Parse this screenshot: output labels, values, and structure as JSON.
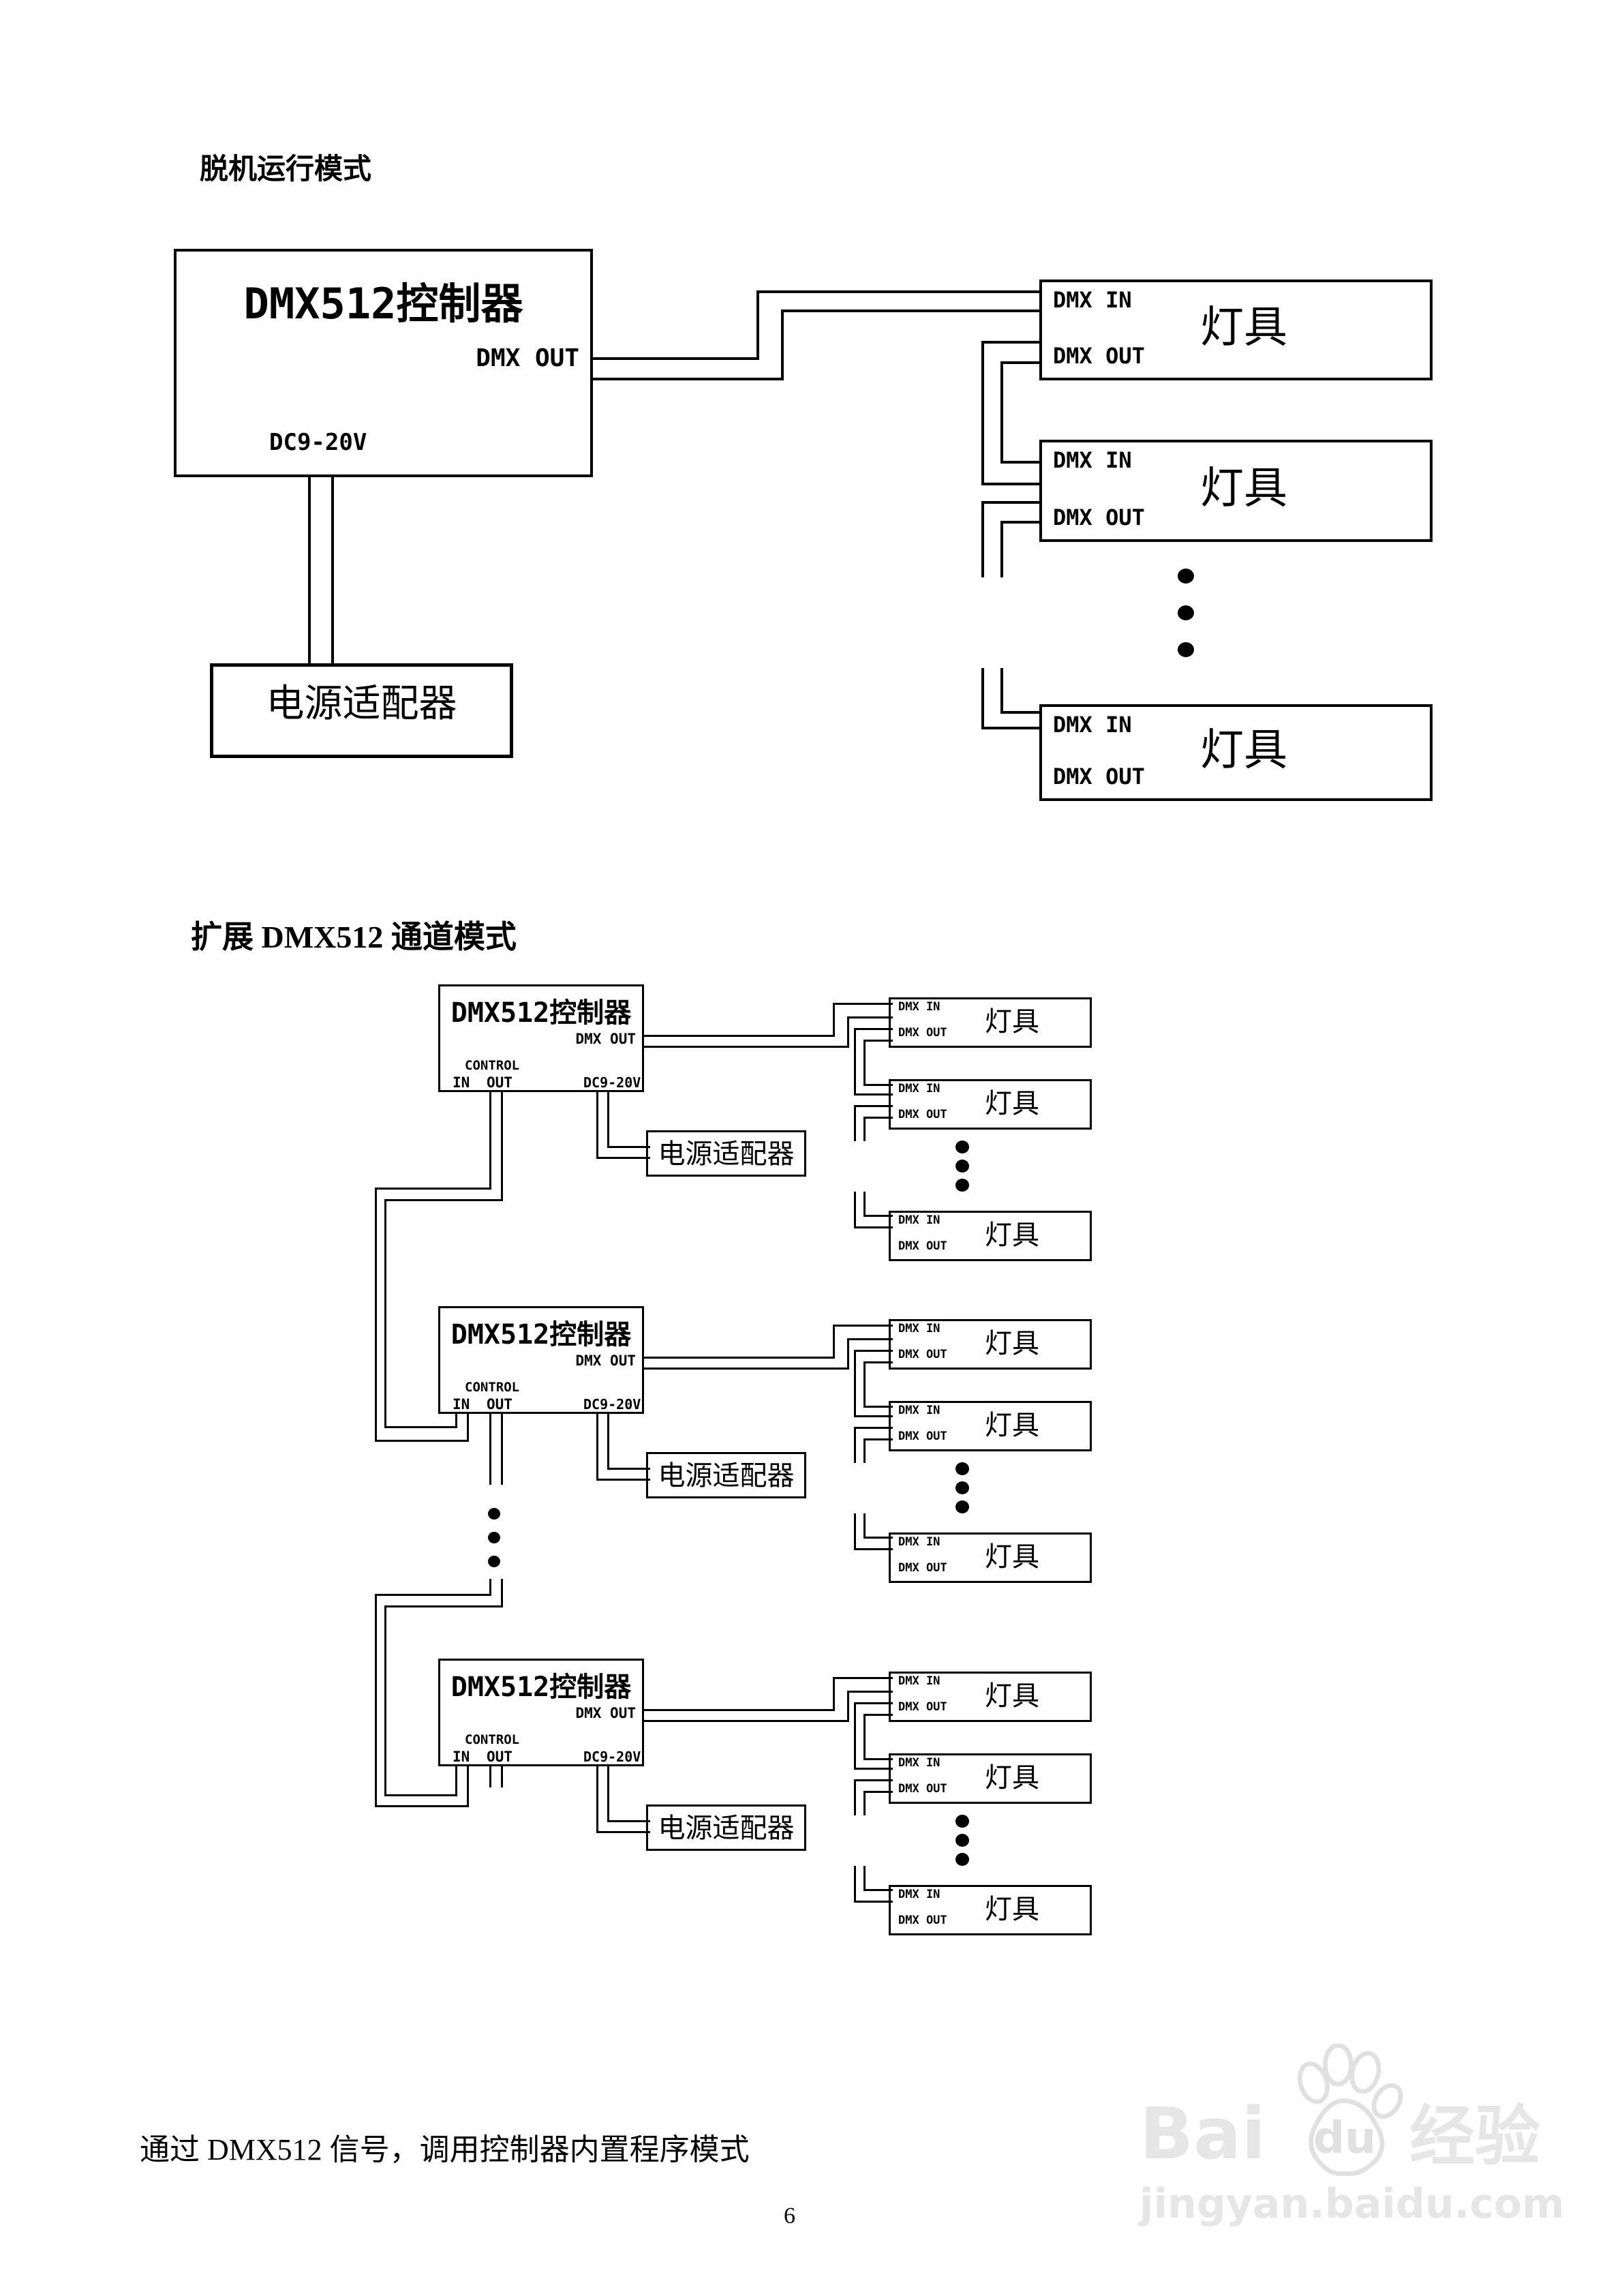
{
  "headings": {
    "offline_mode": "脱机运行模式",
    "extended_mode": "扩展 DMX512 通道模式"
  },
  "labels": {
    "controller": "DMX512控制器",
    "dmx_out": "DMX OUT",
    "dmx_in": "DMX IN",
    "dc_input": "DC9-20V",
    "power_adapter": "电源适配器",
    "lamp": "灯具",
    "control": "CONTROL",
    "control_in": "IN",
    "control_out": "OUT"
  },
  "caption": "通过 DMX512 信号，调用控制器内置程序模式",
  "page_number": "6",
  "watermark": {
    "brand_prefix": "Bai",
    "brand_suffix": "du",
    "brand_cn": "经验",
    "site": "jingyan.baidu.com"
  },
  "colors": {
    "line": "#000000",
    "background": "#ffffff",
    "watermark": "#e6e6e6"
  }
}
